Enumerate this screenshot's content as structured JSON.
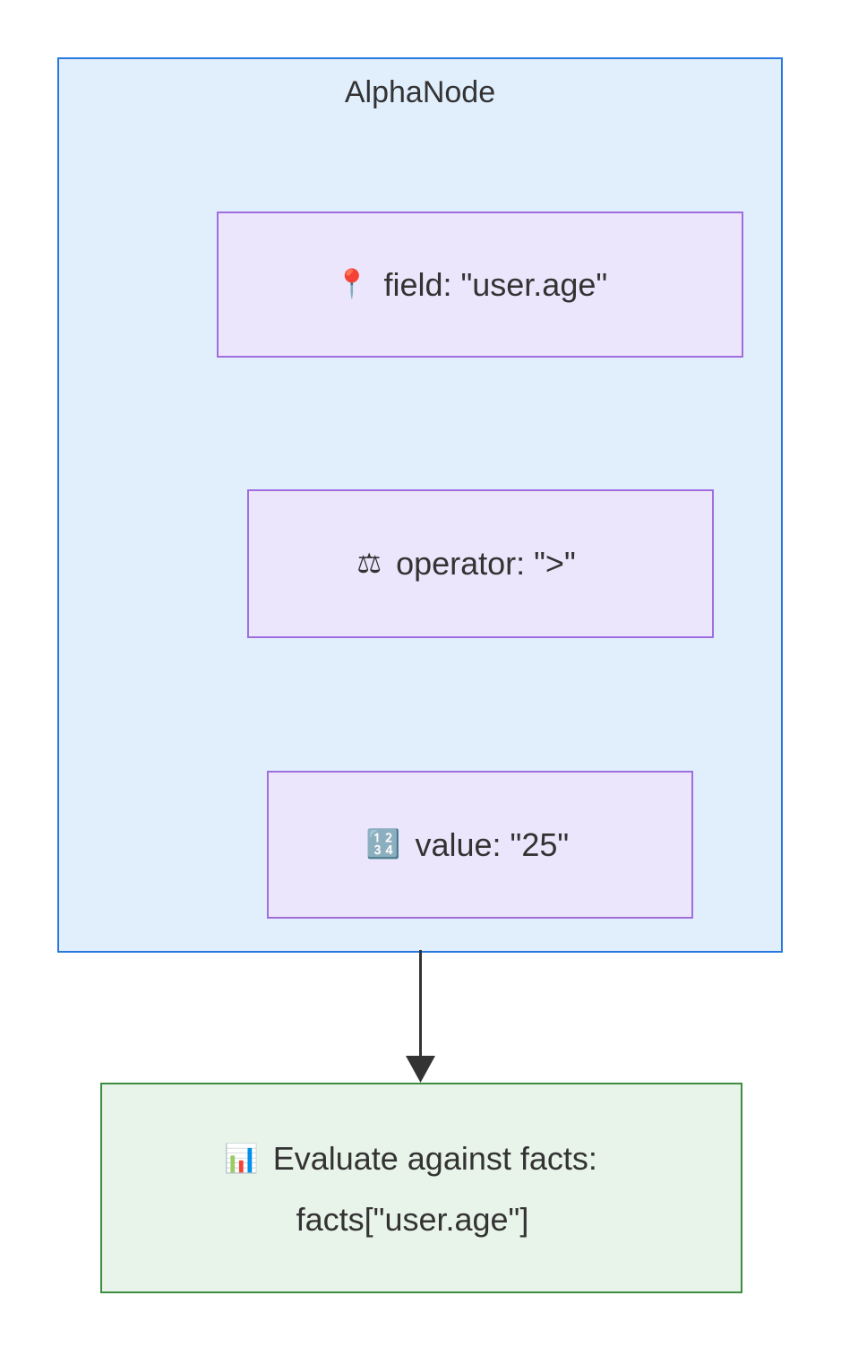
{
  "diagram": {
    "title": "AlphaNode",
    "colors": {
      "node_border": "#2879dd",
      "node_fill": "#e1eefc",
      "attr_border": "#a06ee0",
      "attr_fill": "#ebe6fb",
      "eval_border": "#3d8c40",
      "eval_fill": "#e8f3e9",
      "arrow": "#333333",
      "text": "#333333"
    },
    "alpha_node": {
      "title": "AlphaNode",
      "attributes": [
        {
          "icon": "round-pushpin-icon",
          "icon_glyph": "📍",
          "label": "field: \"user.age\""
        },
        {
          "icon": "balance-scale-icon",
          "icon_glyph": "⚖",
          "label": "operator: \">\""
        },
        {
          "icon": "input-numbers-icon",
          "icon_glyph": "🔢",
          "label": "value: \"25\""
        }
      ]
    },
    "evaluation_node": {
      "icon": "bar-chart-icon",
      "icon_glyph": "📊",
      "line1": "Evaluate against facts:",
      "line2": "facts[\"user.age\"]"
    },
    "connector": {
      "from": "AlphaNode",
      "to": "Evaluate against facts:",
      "style": "solid-arrow"
    }
  }
}
